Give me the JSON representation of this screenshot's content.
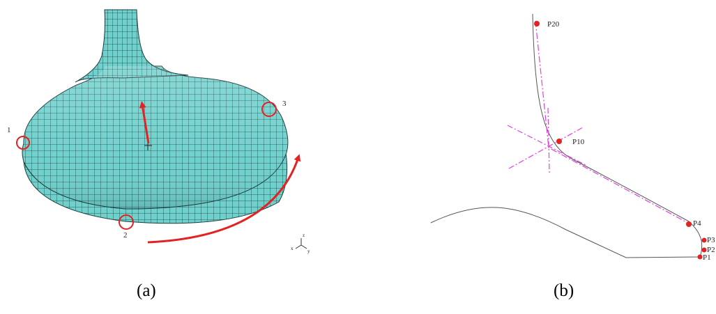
{
  "panel_a": {
    "caption": "(a)",
    "marker_labels": [
      "1",
      "2",
      "3"
    ],
    "axis_triad": {
      "z": "z",
      "x": "x",
      "y": "y"
    },
    "colors": {
      "mesh_fill": "#6fd0cc",
      "mesh_line": "#1d3d3d",
      "marker": "#e32222",
      "arrow": "#e32222"
    }
  },
  "panel_b": {
    "caption": "(b)",
    "points": [
      "P20",
      "P10",
      "P4",
      "P3",
      "P2",
      "P1"
    ],
    "colors": {
      "profile_line": "#555555",
      "construction_line": "#e040e0",
      "point": "#e32222"
    }
  }
}
